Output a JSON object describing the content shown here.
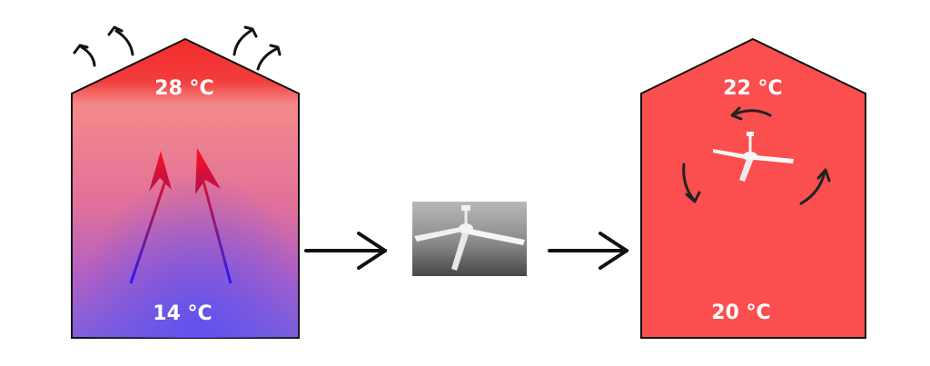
{
  "before_house": {
    "top_temperature": "28 °C",
    "bottom_temperature": "14 °C",
    "colors": {
      "hot": "#f43a3a",
      "cold": "#6a4ae6"
    }
  },
  "after_house": {
    "top_temperature": "22 °C",
    "bottom_temperature": "20 °C",
    "colors": {
      "fill": "#fb4f4f"
    }
  },
  "icons": [
    "heat-escape-arrow-icon",
    "rising-air-arrow-icon",
    "ceiling-fan-icon",
    "right-arrow-icon",
    "circulation-arrow-icon"
  ]
}
